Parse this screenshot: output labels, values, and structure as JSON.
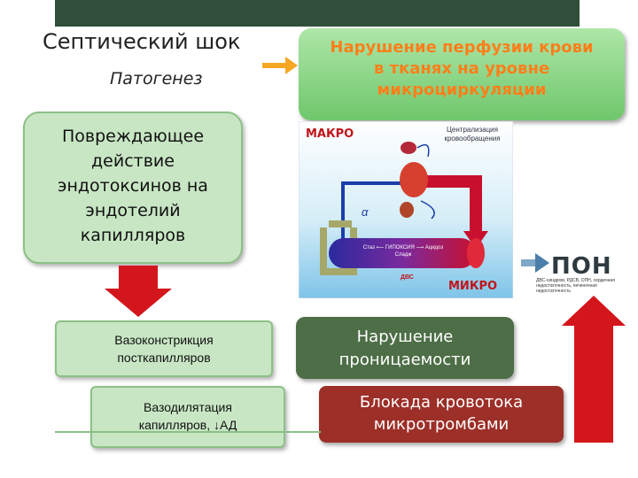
{
  "slide": {
    "title": "Септический шок",
    "subtitle": "Патогенез",
    "perfusion_box": {
      "line1": "Нарушение перфузии крови",
      "line2": "в тканях на уровне",
      "line3": "микроциркуляции"
    },
    "endotoxin_box": {
      "line1": "Повреждающее",
      "line2": "действие",
      "line3": "эндотоксинов на",
      "line4": "эндотелий",
      "line5": "капилляров"
    },
    "vasoconstriction_box": {
      "line1": "Вазоконстрикция",
      "line2": "посткапилляров"
    },
    "vasodilation_box": {
      "line1": "Вазодилятация",
      "line2": "капилляров, ↓АД"
    },
    "permeability_box": {
      "line1": "Нарушение",
      "line2": "проницаемости"
    },
    "blockade_box": {
      "line1": "Блокада кровотока",
      "line2": "микротромбами"
    }
  },
  "illustration": {
    "macro_label": "МАКРО",
    "micro_label": "МИКРО",
    "centralization_line1": "Централизация",
    "centralization_line2": "кровообращения",
    "alpha_label": "α",
    "vessel_line1": "Стаз ⟵ ГИПОКСИЯ ⟶ Ацидоз",
    "vessel_line2": "Сладж",
    "dic_label": "ДВС",
    "pon_label": "ПОН",
    "pon_note": "ДВС-синдром, РДСВ, ОПН, сердечная недостаточность, печеночная недостаточность"
  },
  "colors": {
    "topbar": "#2f4f3a",
    "green_box": "#c8e6c4",
    "perfusion_box": "#7ccf77",
    "perfusion_text": "#ff7f1a",
    "permeability_box": "#4d6e46",
    "blockade_box": "#9c2f28",
    "red_arrow": "#d3161b",
    "orange_arrow": "#f5a623"
  }
}
